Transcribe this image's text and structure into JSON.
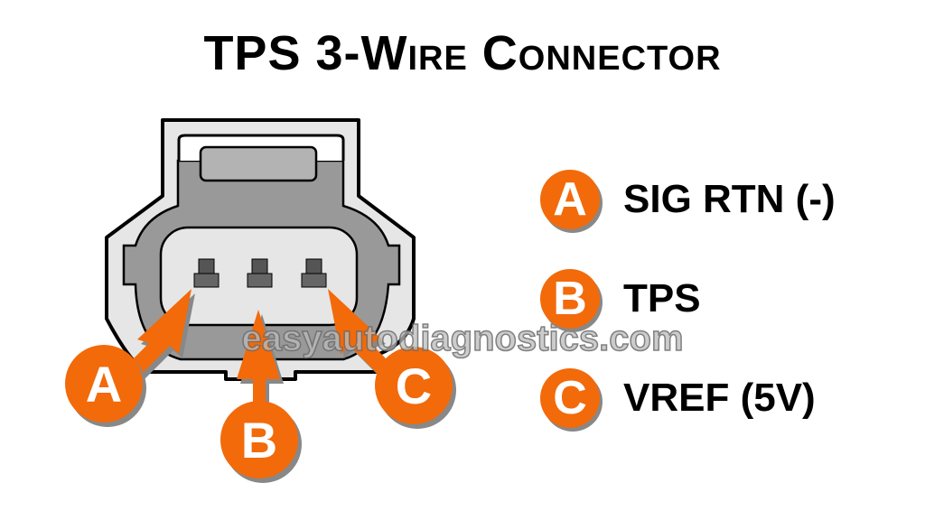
{
  "title": "TPS 3-Wire Connector",
  "colors": {
    "accent": "#f26a0a",
    "connector_body": "#999999",
    "connector_shell": "#e6e6e6",
    "pin": "#666666"
  },
  "pins": [
    {
      "letter": "A",
      "label": "SIG RTN (-)"
    },
    {
      "letter": "B",
      "label": "TPS"
    },
    {
      "letter": "C",
      "label": "VREF (5V)"
    }
  ],
  "watermark": "easyautodiagnostics.com"
}
